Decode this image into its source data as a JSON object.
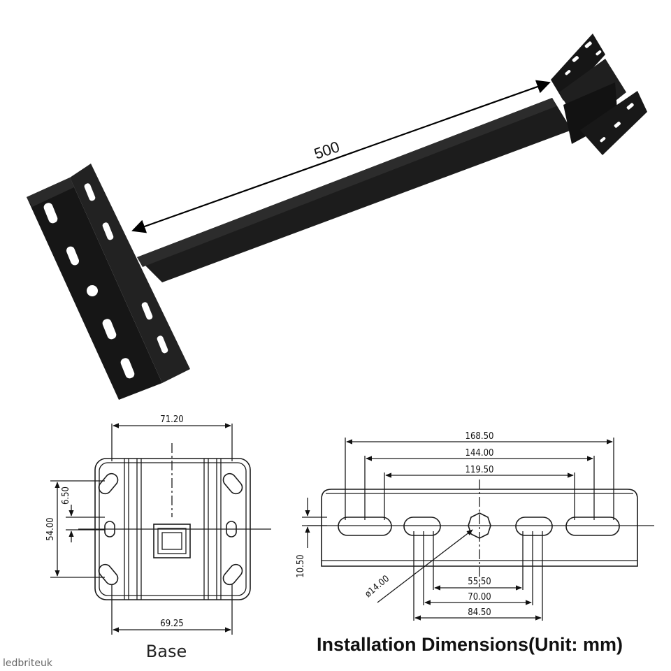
{
  "product_photo": {
    "length_label": "500"
  },
  "base_view": {
    "width_top": "71.20",
    "width_bottom": "69.25",
    "height_total": "54.00",
    "slot_offset": "6.50",
    "caption": "Base"
  },
  "install_view": {
    "span_outer": "168.50",
    "span_middle": "144.00",
    "span_inner": "119.50",
    "bottom_inner": "55.50",
    "bottom_middle": "70.00",
    "bottom_outer": "84.50",
    "hole_diameter": "ø14.00",
    "height": "10.50",
    "caption": "Installation Dimensions(Unit: mm)"
  },
  "watermark": "ledbriteuk"
}
